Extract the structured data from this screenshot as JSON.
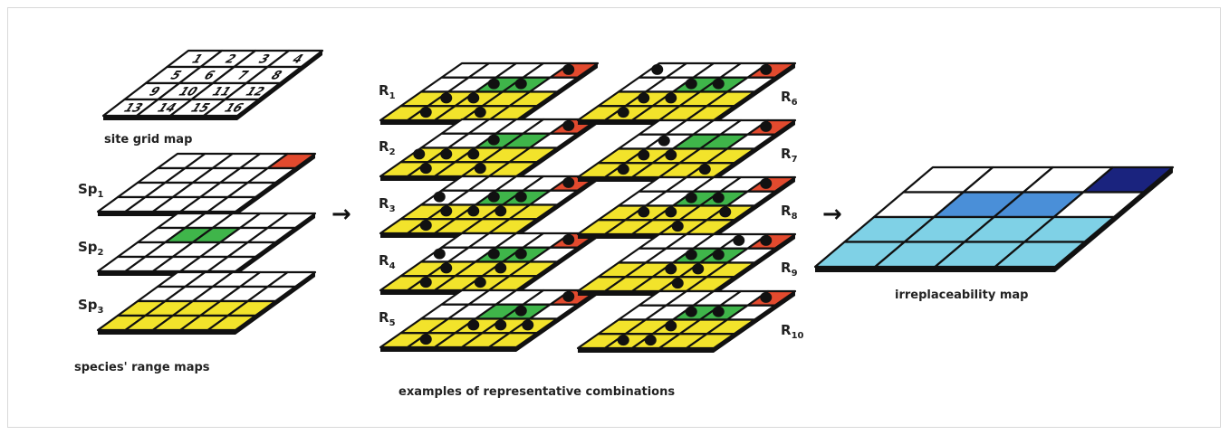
{
  "colors": {
    "outline": "#111111",
    "empty_cell": "#ffffff",
    "species1": "#e24a2e",
    "species2": "#3fb54a",
    "species3": "#f2e32b",
    "site_dot": "#111111",
    "irr_dark": "#1a237e",
    "irr_mid": "#4a8fd8",
    "irr_light": "#7fd1e6"
  },
  "site_grid": {
    "caption": "site grid map",
    "numbers": [
      "1",
      "2",
      "3",
      "4",
      "5",
      "6",
      "7",
      "8",
      "9",
      "10",
      "11",
      "12",
      "13",
      "14",
      "15",
      "16"
    ]
  },
  "species_maps": {
    "caption": "species' range maps",
    "layers": [
      {
        "label": "Sp",
        "sub": "1"
      },
      {
        "label": "Sp",
        "sub": "2"
      },
      {
        "label": "Sp",
        "sub": "3"
      }
    ]
  },
  "combinations": {
    "caption": "examples of representative combinations",
    "items": [
      {
        "label": "R",
        "sub": "1"
      },
      {
        "label": "R",
        "sub": "2"
      },
      {
        "label": "R",
        "sub": "3"
      },
      {
        "label": "R",
        "sub": "4"
      },
      {
        "label": "R",
        "sub": "5"
      },
      {
        "label": "R",
        "sub": "6"
      },
      {
        "label": "R",
        "sub": "7"
      },
      {
        "label": "R",
        "sub": "8"
      },
      {
        "label": "R",
        "sub": "9"
      },
      {
        "label": "R",
        "sub": "10"
      }
    ]
  },
  "irreplaceability": {
    "caption": "irreplaceability map"
  },
  "arrows": [
    "→",
    "→"
  ]
}
